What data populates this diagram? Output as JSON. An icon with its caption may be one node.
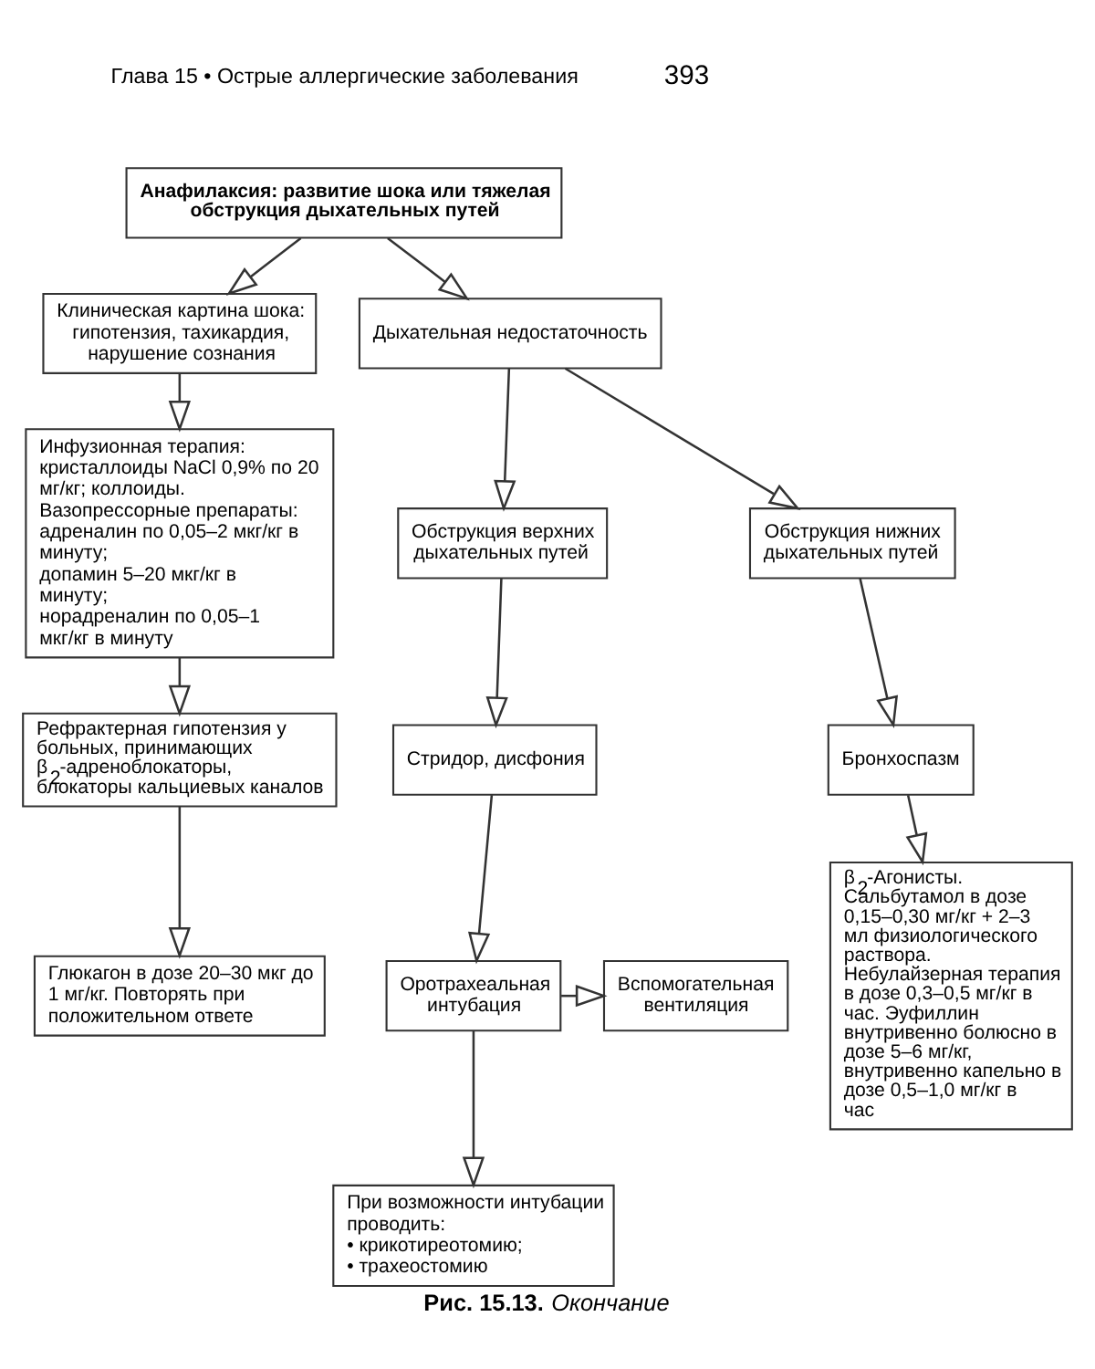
{
  "diagram": {
    "caption": "**Рис. 15.13.** *Окончание*",
    "nodes": [
      {
        "text": [
          "Анафилаксия: развитие шока или тяжелая обструкция дыхательных путей"
        ]
      },
      {
        "text": [
          "Клиническая картина шока:",
          "гипотензия, тахикардия, нарушение сознания"
        ]
      },
      {
        "text": [
          "Дыхательная недостаточность"
        ]
      },
      {
        "text": [
          "Инфузионная терапия: кристаллоиды NaCl 0,9% по 20 мг/кг; коллоиды.",
          "Вазопрессорные препараты:",
          "адреналин по 0,05–2 мкг/кг в минуту;",
          "допамин 5–20 мкг/кг в минуту;",
          "норадреналин по 0,05–1 мкг/кг в минуту"
        ]
      },
      {
        "text": [
          "Обструкция верхних дыхательных путей"
        ]
      },
      {
        "text": [
          "Обструкция нижних дыхательных путей"
        ]
      },
      {
        "text": [
          "Стридор, дисфония"
        ]
      },
      {
        "text": [
          "Бронхоспазм"
        ]
      },
      {
        "text": [
          "Оротрахеальная интубация"
        ]
      },
      {
        "text": [
          "Вспомогательная вентиляция"
        ]
      },
      {
        "text": [
          "Рефрактерная гипотензия у больных, принимающих β$_{2}$-адреноблокаторы, блокаторы кальциевых каналов"
        ]
      },
      {
        "text": [
          "β$_{2}$-Агонисты. Сальбутамол в дозе 0,15–0,30 мг/кг + 2–3 мл физиологического раствора. Небулайзерная терапия в дозе 0,3–0,5 мг/кг в час. Эуфиллин внутривенно болюсно в дозе 5–6 мг/кг, внутривенно капельно в дозе 0,5–1,0 мг/кг в час"
        ]
      },
      {
        "text": [
          "При возможности интубации проводить:",
          "• крикотиреотомию;",
          "• трахеостомию"
        ]
      },
      {
        "text": [
          "Глюкагон в дозе 20–30 мкг до 1 мг/кг. Повторять при положительном ответе"
        ]
      }
    ],
    "edges": [
      {
        "from": 0,
        "to": 1,
        "arrow": "to"
      },
      {
        "from": 0,
        "to": 2,
        "arrow": "to"
      },
      {
        "from": 1,
        "to": 3,
        "arrow": "to"
      },
      {
        "from": 2,
        "to": 4,
        "arrow": "to"
      },
      {
        "from": 2,
        "to": 5,
        "arrow": "to"
      },
      {
        "from": 4,
        "to": 6,
        "arrow": "to"
      },
      {
        "from": 5,
        "to": 7,
        "arrow": "to"
      },
      {
        "from": 6,
        "to": 8,
        "arrow": "to"
      },
      {
        "from": 8,
        "to": 9,
        "arrow": "to"
      },
      {
        "from": 7,
        "to": 11,
        "arrow": "to"
      },
      {
        "from": 3,
        "to": 10,
        "arrow": "to"
      },
      {
        "from": 8,
        "to": 12,
        "arrow": "to"
      },
      {
        "from": 10,
        "to": 13,
        "arrow": "to"
      }
    ],
    "labels": [
      "Глава 15 • Острые аллергические заболевания",
      "393"
    ]
  }
}
